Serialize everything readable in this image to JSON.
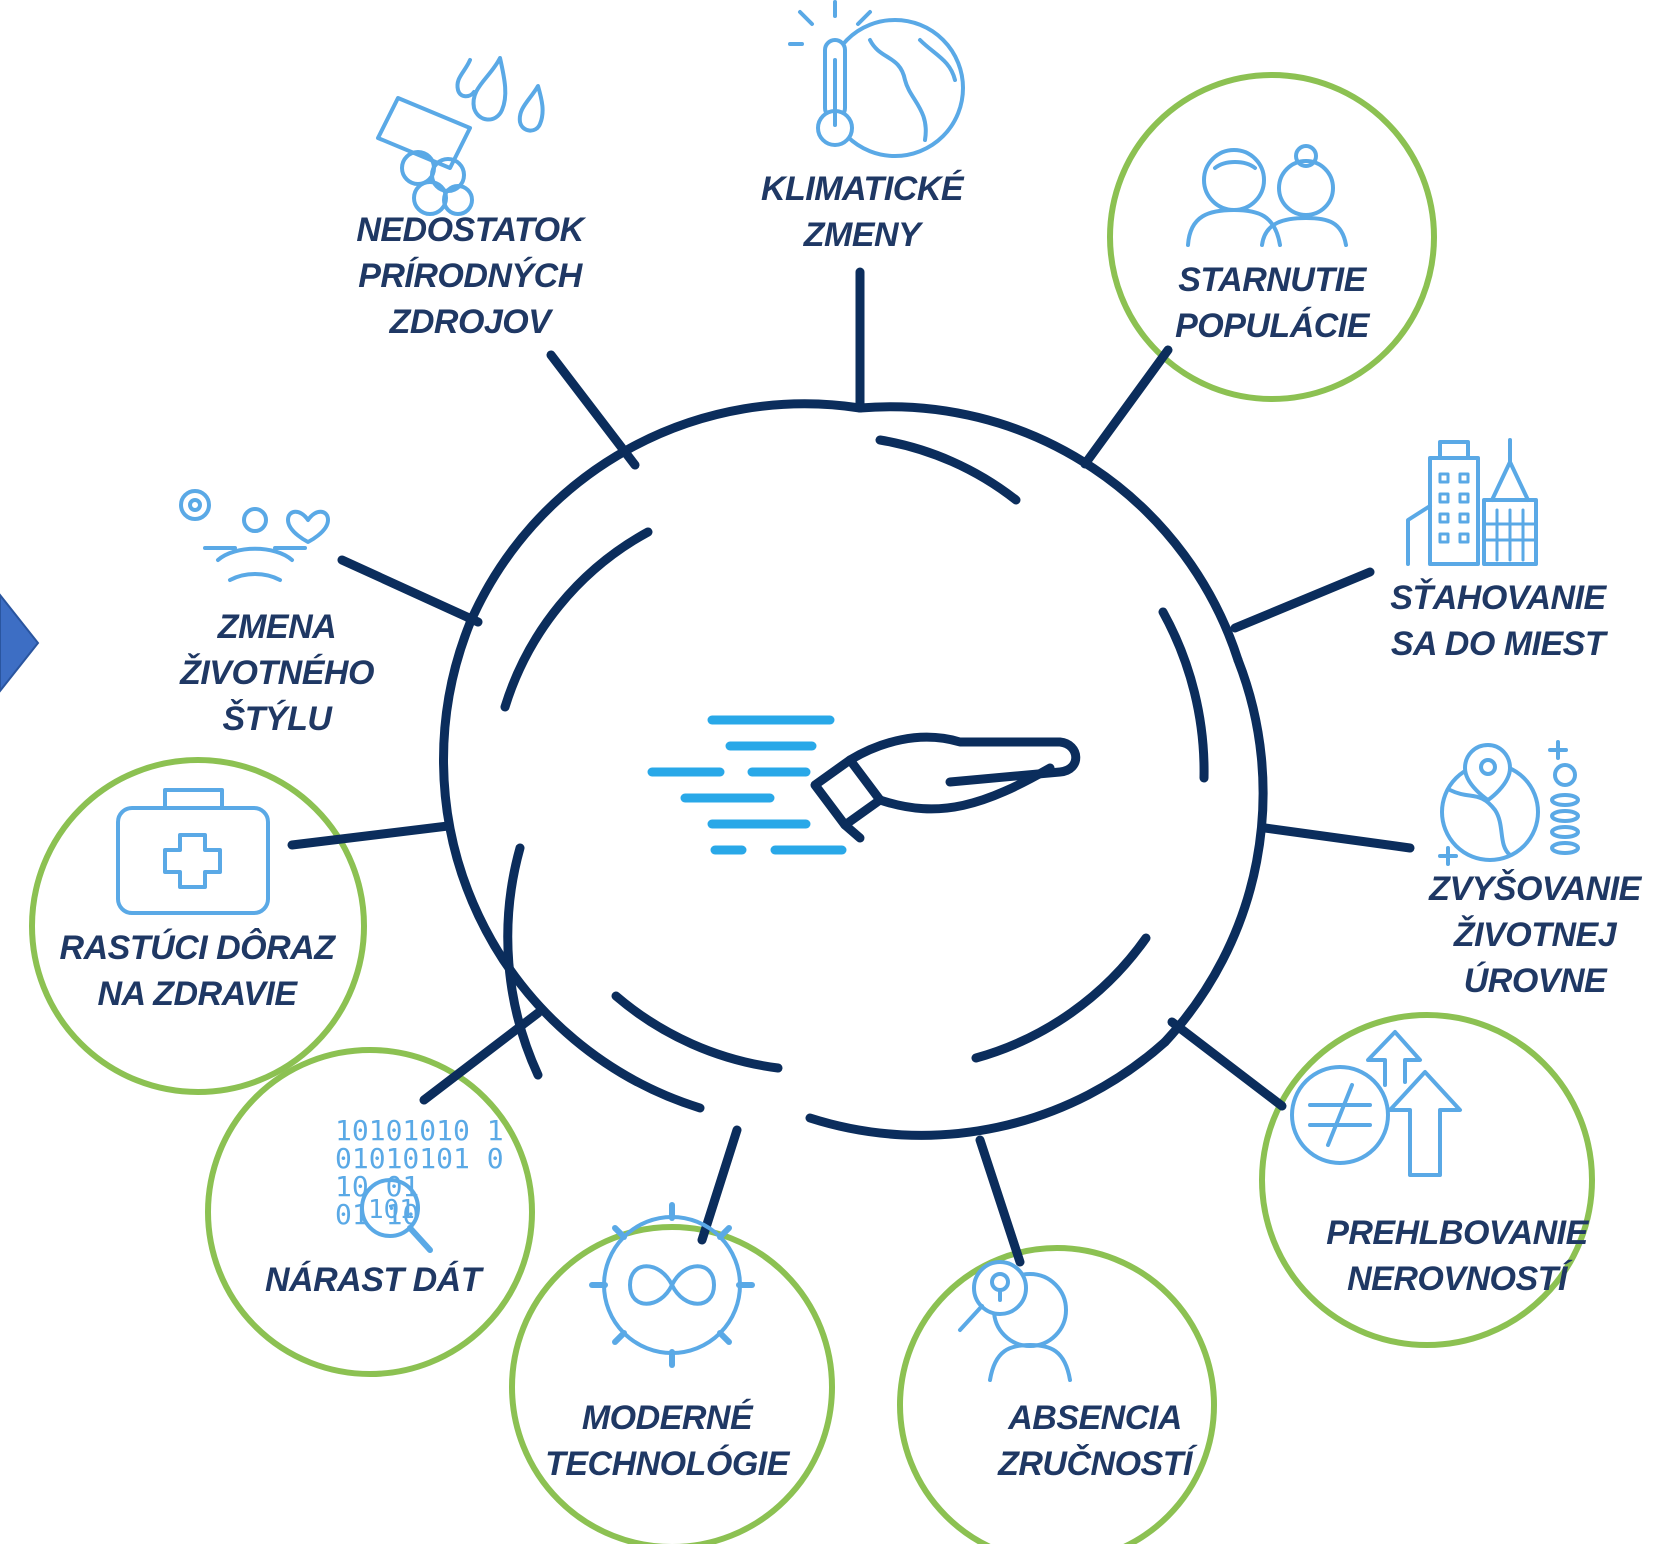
{
  "colors": {
    "navy": "#0b2d5c",
    "icon_blue": "#5aa9e6",
    "label_text": "#1f3864",
    "ring_green": "#8cc152",
    "hand_speed": "#29a8e8",
    "arrow": "#3d6ec4"
  },
  "center_icon": "hand-with-speed-lines-icon",
  "nav": {
    "icon": "play-arrow-icon"
  },
  "factors": [
    {
      "id": "klimaticke-zmeny",
      "lines": [
        "KLIMATICKÉ",
        "ZMENY"
      ],
      "icon": "thermometer-globe-icon",
      "highlighted": false
    },
    {
      "id": "starnutie-populacie",
      "lines": [
        "STARNUTIE",
        "POPULÁCIE"
      ],
      "icon": "elderly-couple-icon",
      "highlighted": true
    },
    {
      "id": "stahovanie-do-miest",
      "lines": [
        "SŤAHOVANIE",
        "SA DO MIEST"
      ],
      "icon": "city-buildings-icon",
      "highlighted": false
    },
    {
      "id": "zvysovanie-zivotnej-urovne",
      "lines": [
        "ZVYŠOVANIE",
        "ŽIVOTNEJ",
        "ÚROVNE"
      ],
      "icon": "globe-coins-icon",
      "highlighted": false
    },
    {
      "id": "prehlbovanie-nerovnosti",
      "lines": [
        "PREHLBOVANIE",
        "NEROVNOSTÍ"
      ],
      "icon": "not-equal-arrows-icon",
      "highlighted": true
    },
    {
      "id": "absencia-zrucnosti",
      "lines": [
        "ABSENCIA",
        "ZRUČNOSTÍ"
      ],
      "icon": "person-magnifier-icon",
      "highlighted": true
    },
    {
      "id": "moderne-technologie",
      "lines": [
        "MODERNÉ",
        "TECHNOLÓGIE"
      ],
      "icon": "gear-infinity-icon",
      "highlighted": true
    },
    {
      "id": "narast-dat",
      "lines": [
        "NÁRAST DÁT"
      ],
      "icon": "binary-magnifier-icon",
      "highlighted": true
    },
    {
      "id": "rastuci-doraz-na-zdravie",
      "lines": [
        "RASTÚCI DÔRAZ",
        "NA ZDRAVIE"
      ],
      "icon": "first-aid-kit-icon",
      "highlighted": true
    },
    {
      "id": "zmena-zivotneho-stylu",
      "lines": [
        "ZMENA",
        "ŽIVOTNÉHO",
        "ŠTÝLU"
      ],
      "icon": "meditation-heart-icon",
      "highlighted": false
    },
    {
      "id": "nedostatok-prirodnych-zdrojov",
      "lines": [
        "NEDOSTATOK",
        "PRÍRODNÝCH",
        "ZDROJOV"
      ],
      "icon": "logs-water-drops-icon",
      "highlighted": false
    }
  ]
}
